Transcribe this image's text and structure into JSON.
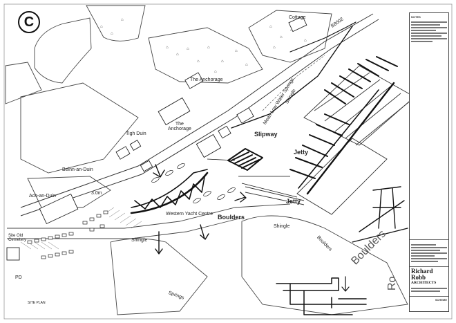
{
  "corner_mark": "C",
  "labels": {
    "cottage": "Cottage",
    "road_b8002": "B8002",
    "anchorage_main": "The Anchorage",
    "anchorage_small": "The\nAnchorage",
    "tigh_duin": "Tigh Duin",
    "beinn_an_duin": "Beinn-an-Duin",
    "ach_an_duin": "Ach-an-Duin",
    "slipway": "Slipway",
    "jetty_1": "Jetty",
    "jetty_2": "Jetty",
    "shingle_top": "Shingle",
    "mlws": "Mean Low Water Springs",
    "boulders_1": "Boulders",
    "boulders_2": "Boulders",
    "boulders_big": "Boulders",
    "shingle_mid": "Shingle",
    "shingle_left": "Shingle",
    "yacht_centre": "Western Yacht Centre",
    "springs": "Springs",
    "contour_3m": "3.0m",
    "ro": "Ro",
    "pd": "PD",
    "old_cemetery": "Site Old\nCemetery",
    "site_plan": "SITE PLAN"
  },
  "title_block": {
    "notes_heading": "NOTES",
    "firm_name": "Richard Robb",
    "firm_sub": "ARCHITECTS",
    "status": "SCHEME"
  },
  "colors": {
    "ink": "#111111",
    "line": "#555555",
    "paper": "#ffffff"
  }
}
